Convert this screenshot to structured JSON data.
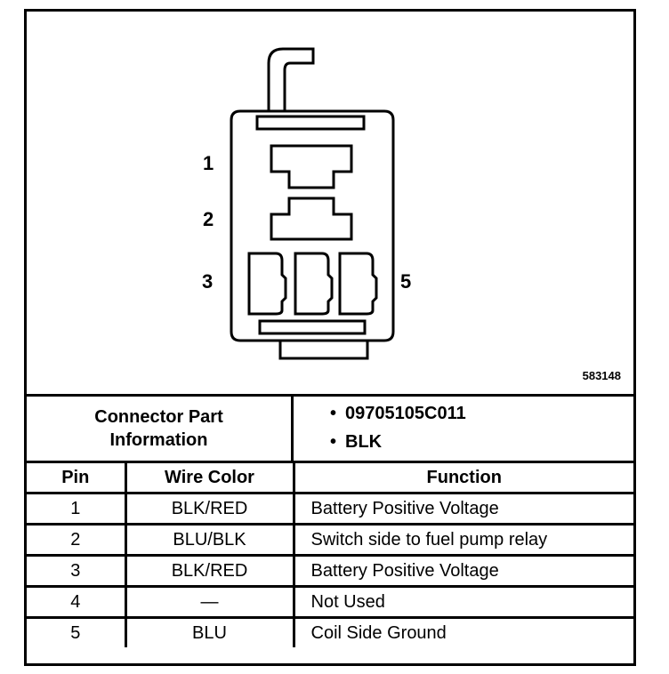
{
  "diagram": {
    "pin_labels": [
      "1",
      "2",
      "3",
      "5"
    ],
    "figure_id": "583148"
  },
  "connector_info": {
    "label_line1": "Connector Part",
    "label_line2": "Information",
    "part_number": "09705105C011",
    "color": "BLK",
    "bullet": "•"
  },
  "table": {
    "headers": {
      "pin": "Pin",
      "wire_color": "Wire Color",
      "function": "Function"
    },
    "rows": [
      {
        "pin": "1",
        "wire_color": "BLK/RED",
        "function": "Battery Positive Voltage"
      },
      {
        "pin": "2",
        "wire_color": "BLU/BLK",
        "function": "Switch side to fuel pump relay"
      },
      {
        "pin": "3",
        "wire_color": "BLK/RED",
        "function": "Battery Positive Voltage"
      },
      {
        "pin": "4",
        "wire_color": "—",
        "function": "Not Used"
      },
      {
        "pin": "5",
        "wire_color": "BLU",
        "function": "Coil Side Ground"
      }
    ]
  }
}
